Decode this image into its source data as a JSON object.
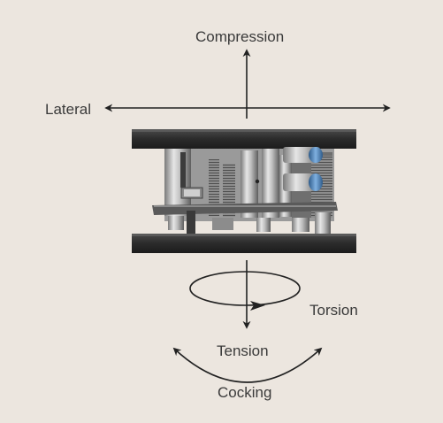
{
  "diagram": {
    "labels": {
      "compression": "Compression",
      "lateral": "Lateral",
      "torsion": "Torsion",
      "tension": "Tension",
      "cocking": "Cocking"
    },
    "colors": {
      "background": "#ece6df",
      "arrow": "#222222",
      "plate": "#2e2e2e",
      "metal": "#b8b8b8",
      "metal_dark": "#6f6f6f",
      "accent_blue": "#4e7fb4"
    }
  }
}
